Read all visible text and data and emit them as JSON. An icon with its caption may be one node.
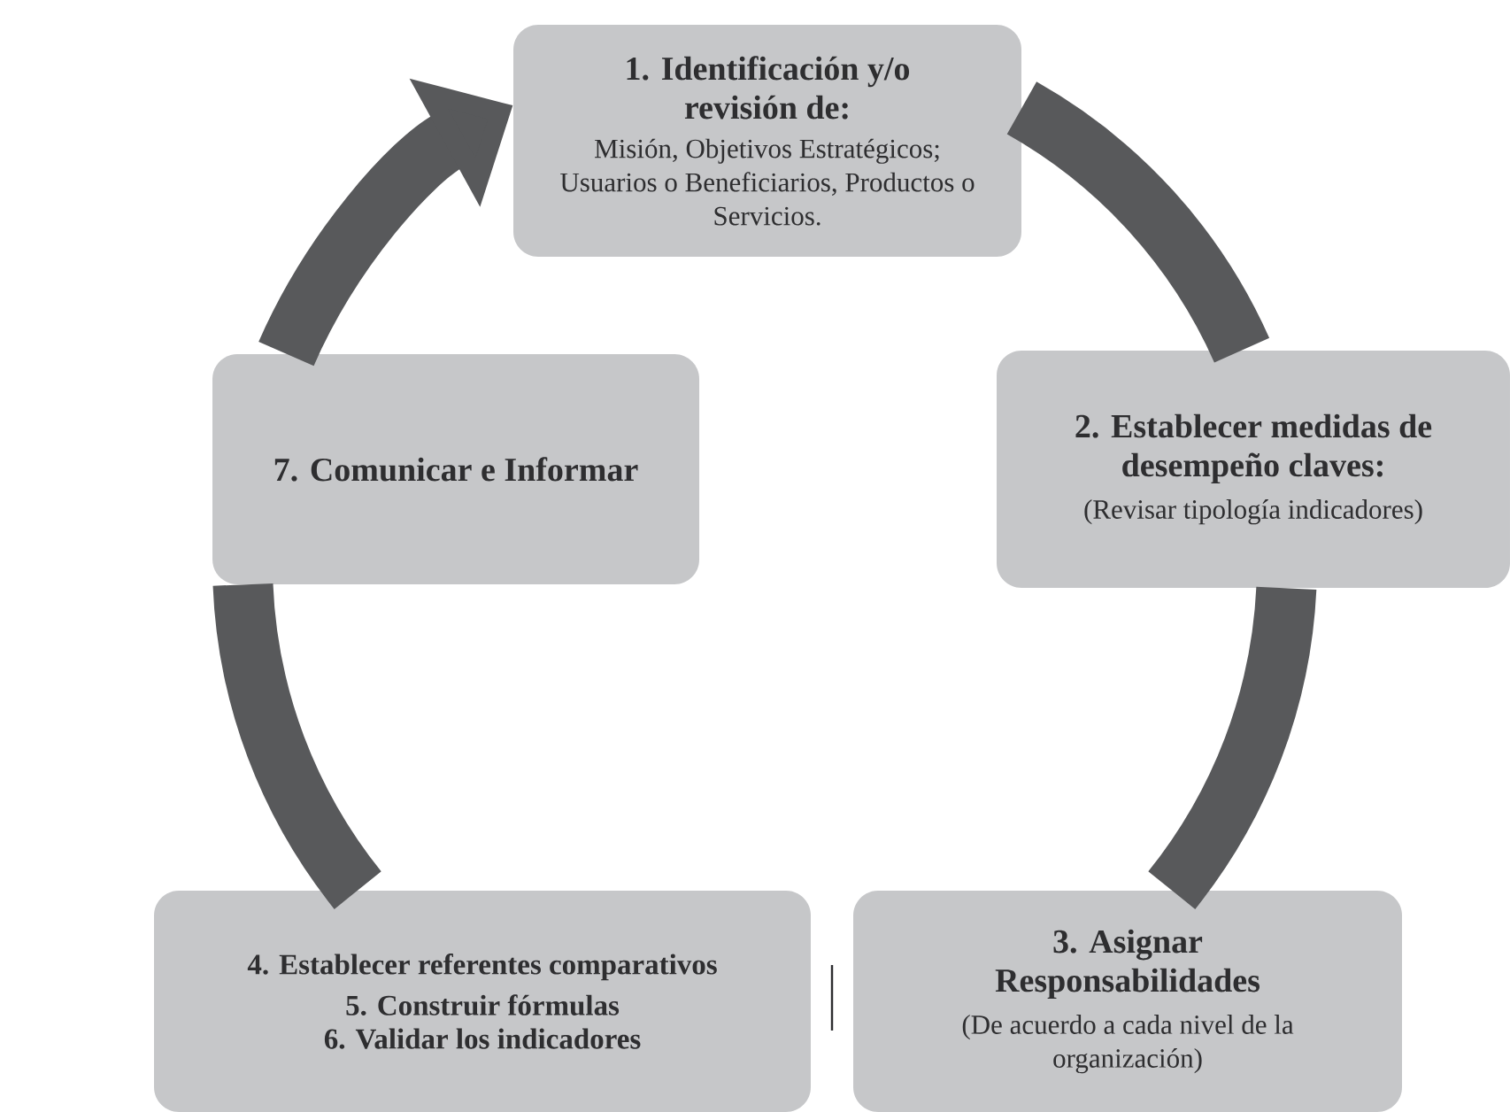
{
  "diagram": {
    "nodes": [
      {
        "text": [
          "1. Identificación y/o revisión de:",
          "Misión, Objetivos Estratégicos; Usuarios o Beneficiarios, Productos o Servicios."
        ]
      },
      {
        "text": [
          "2. Establecer medidas de desempeño claves:",
          "(Revisar tipología indicadores)"
        ]
      },
      {
        "text": [
          "3. Asignar Responsabilidades",
          "(De acuerdo a cada nivel de la organización)"
        ]
      },
      {
        "text": [
          "4. Establecer referentes comparativos",
          "5. Construir fórmulas",
          "6. Validar los indicadores"
        ]
      },
      {
        "text": [
          "7. Comunicar e Informar"
        ]
      }
    ],
    "edges": [
      {
        "from": 0,
        "to": 1,
        "arrow": "none"
      },
      {
        "from": 1,
        "to": 2,
        "arrow": "none"
      },
      {
        "from": 3,
        "to": 4,
        "arrow": "none"
      },
      {
        "from": 4,
        "to": 0,
        "arrow": "to"
      }
    ]
  }
}
